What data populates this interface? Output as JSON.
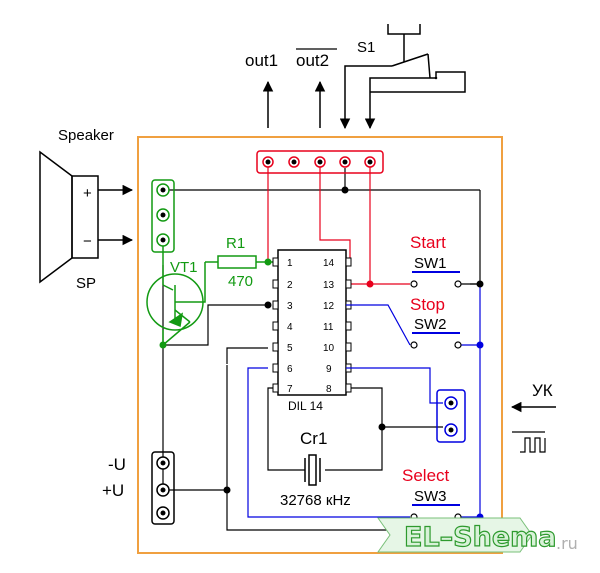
{
  "labels": {
    "speaker": "Speaker",
    "sp": "SP",
    "out1": "out1",
    "out2": "out2",
    "s1": "S1",
    "r1": "R1",
    "r1_value": "470",
    "vt1": "VT1",
    "ic_name": "DIL 14",
    "cr1": "Cr1",
    "cr1_value": "32768 кHz",
    "start": "Start",
    "sw1": "SW1",
    "stop": "Stop",
    "sw2": "SW2",
    "select": "Select",
    "sw3": "SW3",
    "yk": "УК",
    "minus_u": "-U",
    "plus_u": "+U",
    "plus_sign": "+",
    "minus_sign": "−",
    "watermark": "EL–Shema",
    "watermark_suffix": ".ru"
  },
  "ic_pins_left": [
    "1",
    "2",
    "3",
    "4",
    "5",
    "6",
    "7"
  ],
  "ic_pins_right": [
    "14",
    "13",
    "12",
    "11",
    "10",
    "9",
    "8"
  ],
  "colors": {
    "border": "#f0a040",
    "wire": "#000000",
    "red": "#e8001c",
    "green": "#129a12",
    "blue": "#0000e0"
  }
}
